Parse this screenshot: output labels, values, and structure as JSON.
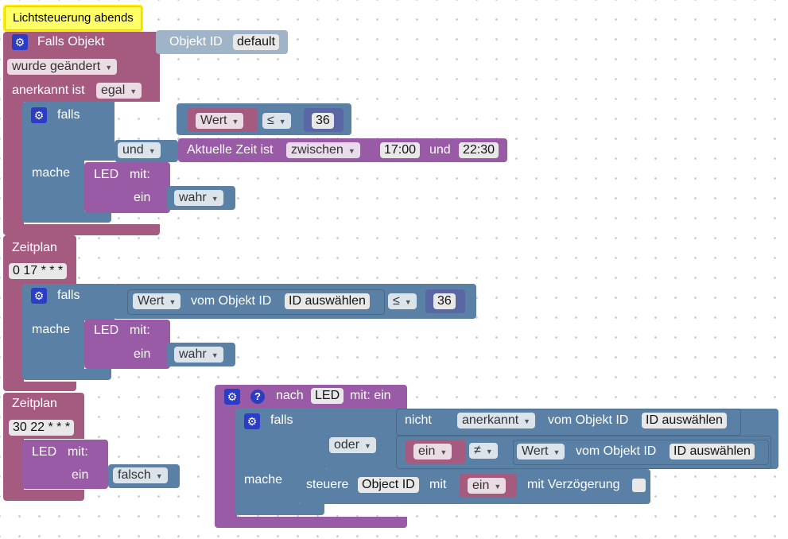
{
  "comment": "Lichtsteuerung abends",
  "trigger": {
    "title": "Falls Objekt",
    "object_label": "Objekt ID",
    "object_value": "default",
    "changed": "wurde geändert",
    "ack_label": "anerkannt ist",
    "ack_value": "egal",
    "if_label": "falls",
    "value": "Wert",
    "op": "≤",
    "num": "36",
    "and": "und",
    "time_label": "Aktuelle Zeit ist",
    "time_mode": "zwischen",
    "time_from": "17:00",
    "time_and": "und",
    "time_to": "22:30",
    "do_label": "mache",
    "led": "LED",
    "with": "mit:",
    "on": "ein",
    "bool": "wahr"
  },
  "schedule1": {
    "title": "Zeitplan",
    "cron": "0 17 * * *",
    "if_label": "falls",
    "value": "Wert",
    "from_obj": "vom Objekt ID",
    "id_select": "ID auswählen",
    "op": "≤",
    "num": "36",
    "do_label": "mache",
    "led": "LED",
    "with": "mit:",
    "on": "ein",
    "bool": "wahr"
  },
  "schedule2": {
    "title": "Zeitplan",
    "cron": "30 22 * * *",
    "led": "LED",
    "with": "mit:",
    "on": "ein",
    "bool": "falsch"
  },
  "function": {
    "after": "nach",
    "name": "LED",
    "with": "mit: ein",
    "if_label": "falls",
    "not": "nicht",
    "ack": "anerkannt",
    "from_obj": "vom Objekt ID",
    "id_select": "ID auswählen",
    "or": "oder",
    "ein": "ein",
    "neq": "≠",
    "value": "Wert",
    "from_obj2": "vom Objekt ID",
    "id_select2": "ID auswählen",
    "do_label": "mache",
    "control": "steuere",
    "object_id": "Object ID",
    "mit": "mit",
    "ein_var": "ein",
    "delay": "mit Verzögerung"
  },
  "colors": {
    "event": "#a55b80",
    "control": "#5b80a5",
    "function": "#995ba5",
    "comment": "#ffff66"
  }
}
